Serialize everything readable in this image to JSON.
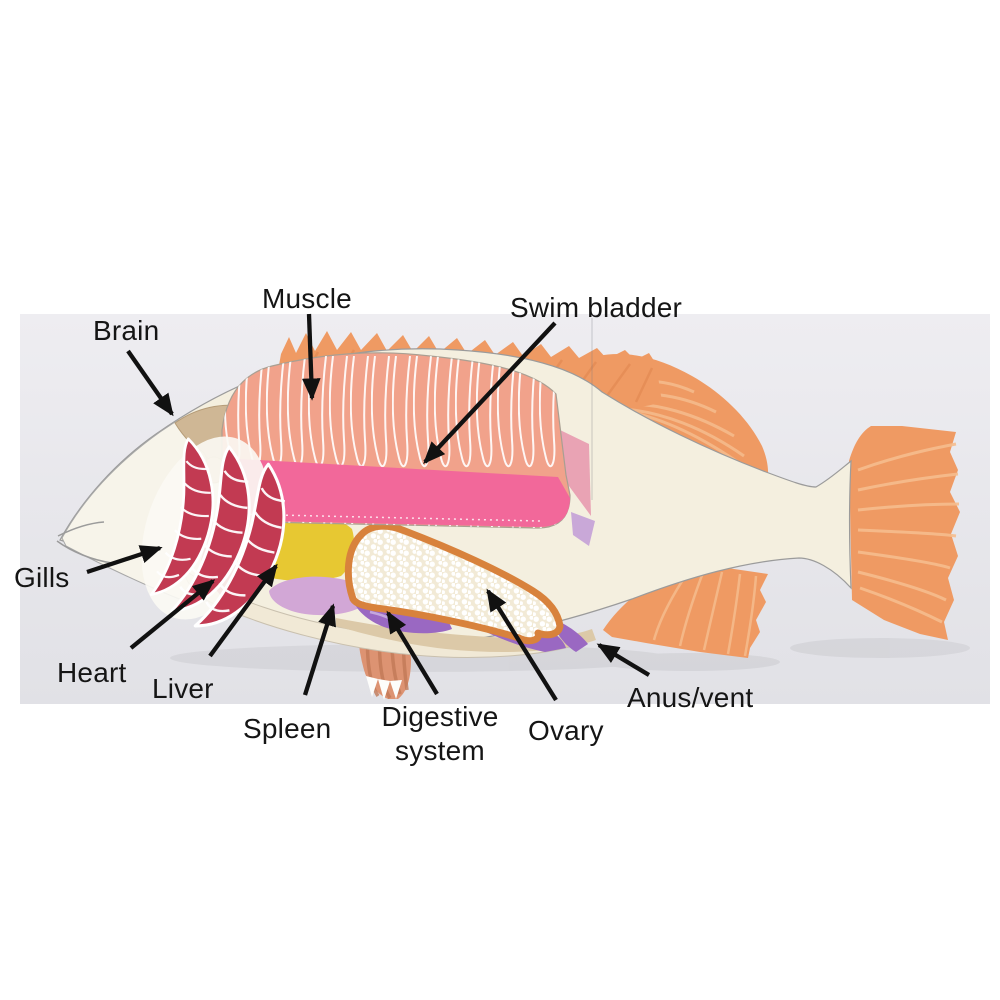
{
  "figure": {
    "labels": {
      "brain": "Brain",
      "muscle": "Muscle",
      "swim_bladder": "Swim bladder",
      "gills": "Gills",
      "heart": "Heart",
      "liver": "Liver",
      "spleen": "Spleen",
      "digestive_system": "Digestive system",
      "ovary": "Ovary",
      "anus_vent": "Anus/vent"
    },
    "colors": {
      "page_bg": "#ffffff",
      "photo_bg_top": "#eeedf1",
      "photo_bg_bottom": "#e1e1e6",
      "body_cream": "#f4efdf",
      "head_cream": "#f7f4ea",
      "muscle_salmon": "#f1a28b",
      "swim_bladder_pink": "#f2689a",
      "fin_orange": "#ef9a63",
      "fin_streak_light": "#f6bd8e",
      "fin_streak_dark": "#e0854e",
      "gill_red": "#c23a52",
      "heart_rose": "#d84f68",
      "heart_pink": "#ec8fae",
      "liver_yellow": "#e7c832",
      "spleen_lavender": "#d2a7d6",
      "intestine_purple": "#9a68c2",
      "ovary_orange": "#d8823c",
      "ovary_fill": "#f2ead6",
      "belly_tan": "#dcc9a8",
      "brain_tan": "#cfb795",
      "pelvic_fin": "#dd9372",
      "pelvic_stripe": "#c27a57",
      "label_text": "#151515",
      "arrow": "#111111",
      "outline_gray": "#9b9b9b"
    }
  }
}
